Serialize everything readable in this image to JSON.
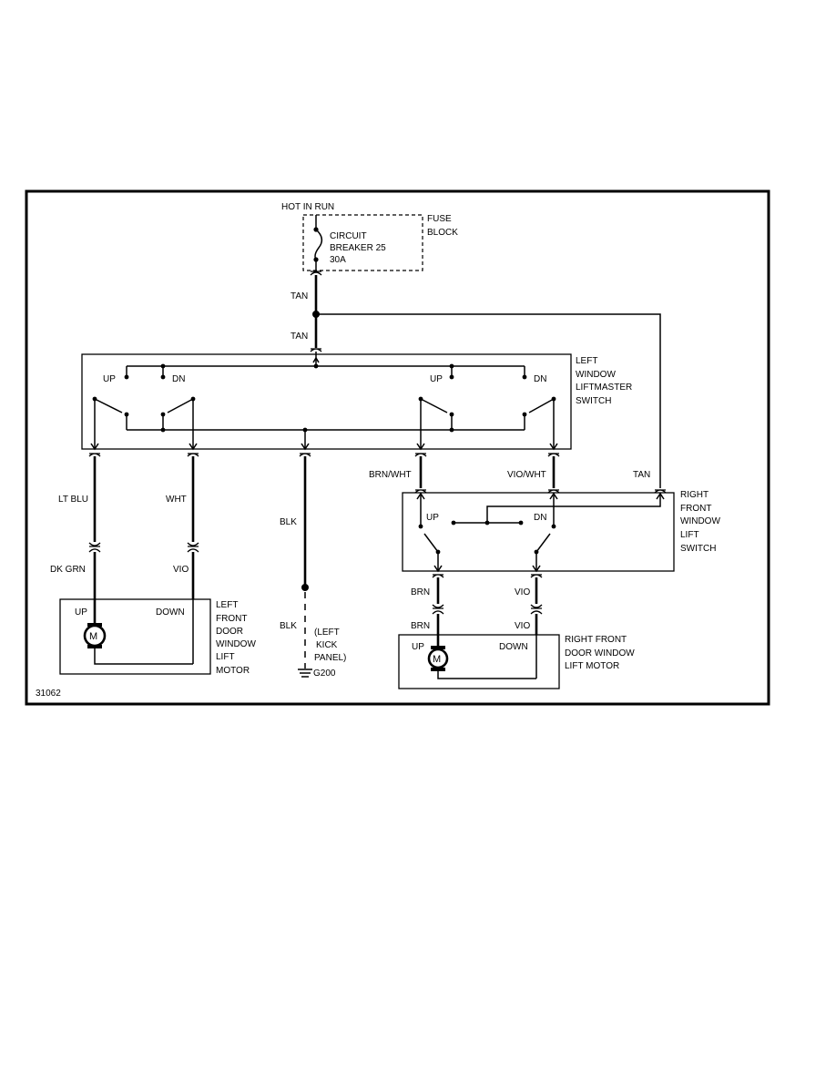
{
  "diagram_id": "31062",
  "labels": {
    "hot_in_run": "HOT IN RUN",
    "circuit_breaker": [
      "CIRCUIT",
      "BREAKER 25",
      "30A"
    ],
    "fuse_block": [
      "FUSE",
      "BLOCK"
    ],
    "tan_upper": "TAN",
    "tan_lower": "TAN",
    "tan_right": "TAN",
    "left_master_switch": [
      "LEFT",
      "WINDOW",
      "LIFTMASTER",
      "SWITCH"
    ],
    "master_up_left": "UP",
    "master_dn_left": "DN",
    "master_up_right": "UP",
    "master_dn_right": "DN",
    "lt_blu": "LT BLU",
    "wht": "WHT",
    "blk_1": "BLK",
    "blk_2": "BLK",
    "brn_wht": "BRN/WHT",
    "vio_wht": "VIO/WHT",
    "dk_grn": "DK GRN",
    "vio_left": "VIO",
    "right_switch": [
      "RIGHT",
      "FRONT",
      "WINDOW",
      "LIFT",
      "SWITCH"
    ],
    "right_switch_up": "UP",
    "right_switch_dn": "DN",
    "brn_1": "BRN",
    "brn_2": "BRN",
    "vio_r1": "VIO",
    "vio_r2": "VIO",
    "left_motor": [
      "LEFT",
      "FRONT",
      "DOOR",
      "WINDOW",
      "LIFT",
      "MOTOR"
    ],
    "left_motor_up": "UP",
    "left_motor_down": "DOWN",
    "right_motor": [
      "RIGHT FRONT",
      "DOOR WINDOW",
      "LIFT MOTOR"
    ],
    "right_motor_up": "UP",
    "right_motor_down": "DOWN",
    "ground_location": [
      "(LEFT",
      "KICK",
      "PANEL)"
    ],
    "ground_id": "G200",
    "motor_symbol": "M"
  }
}
